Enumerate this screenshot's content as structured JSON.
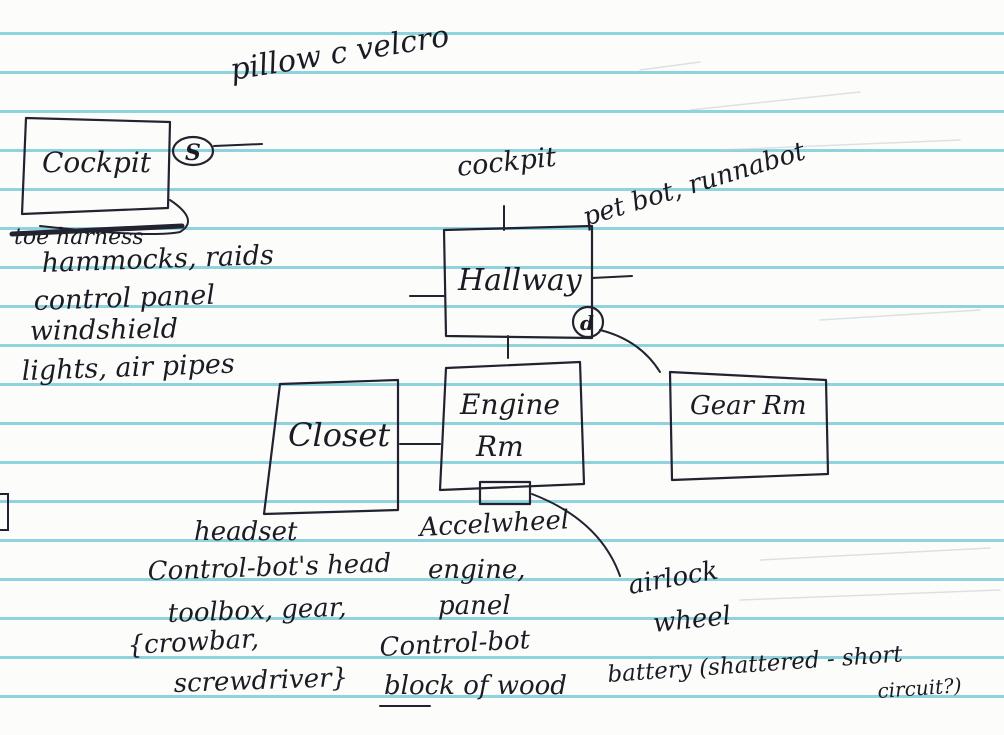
{
  "notes": {
    "top_note": "pillow c velcro",
    "cockpit_label": "Cockpit",
    "cockpit_marker": "S",
    "cockpit_strike": "toe harness",
    "cockpit_items": [
      "hammocks, raids",
      "control panel",
      "windshield",
      "lights, air pipes"
    ],
    "hallway_top_label": "cockpit",
    "hallway_side_note": "pet bot, runnabot",
    "hallway_label": "Hallway",
    "hallway_marker": "d",
    "engine_label_1": "Engine",
    "engine_label_2": "Rm",
    "closet_label": "Closet",
    "gear_label": "Gear Rm",
    "closet_items": [
      "headset",
      "Control-bot's head",
      "toolbox, gear,",
      "{crowbar,",
      "screwdriver}"
    ],
    "engine_items": [
      "Accelwheel",
      "engine,",
      "panel",
      "Control-bot",
      "block of wood"
    ],
    "airlock_items": [
      "airlock",
      "wheel",
      "battery (shattered - short",
      "circuit?)"
    ]
  }
}
